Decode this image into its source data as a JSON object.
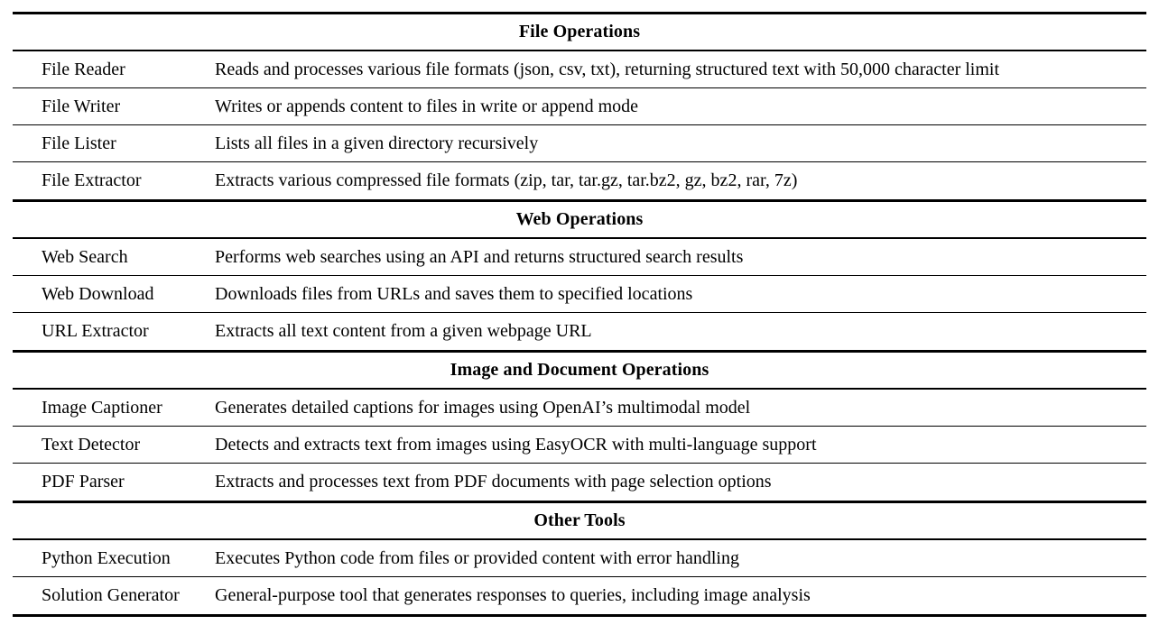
{
  "table": {
    "sections": [
      {
        "title": "File Operations",
        "rows": [
          {
            "name": "File Reader",
            "description": "Reads and processes various file formats (json, csv, txt), returning structured text with 50,000 character limit"
          },
          {
            "name": "File Writer",
            "description": "Writes or appends content to files in write or append mode"
          },
          {
            "name": "File Lister",
            "description": "Lists all files in a given directory recursively"
          },
          {
            "name": "File Extractor",
            "description": "Extracts various compressed file formats (zip, tar, tar.gz, tar.bz2, gz, bz2, rar, 7z)"
          }
        ]
      },
      {
        "title": "Web Operations",
        "rows": [
          {
            "name": "Web Search",
            "description": "Performs web searches using an API and returns structured search results"
          },
          {
            "name": "Web Download",
            "description": "Downloads files from URLs and saves them to specified locations"
          },
          {
            "name": "URL Extractor",
            "description": "Extracts all text content from a given webpage URL"
          }
        ]
      },
      {
        "title": "Image and Document Operations",
        "rows": [
          {
            "name": "Image Captioner",
            "description": "Generates detailed captions for images using OpenAI’s multimodal model"
          },
          {
            "name": "Text Detector",
            "description": "Detects and extracts text from images using EasyOCR with multi-language support"
          },
          {
            "name": "PDF Parser",
            "description": "Extracts and processes text from PDF documents with page selection options"
          }
        ]
      },
      {
        "title": "Other Tools",
        "rows": [
          {
            "name": "Python Execution",
            "description": "Executes Python code from files or provided content with error handling"
          },
          {
            "name": "Solution Generator",
            "description": "General-purpose tool that generates responses to queries, including image analysis"
          }
        ]
      }
    ]
  }
}
